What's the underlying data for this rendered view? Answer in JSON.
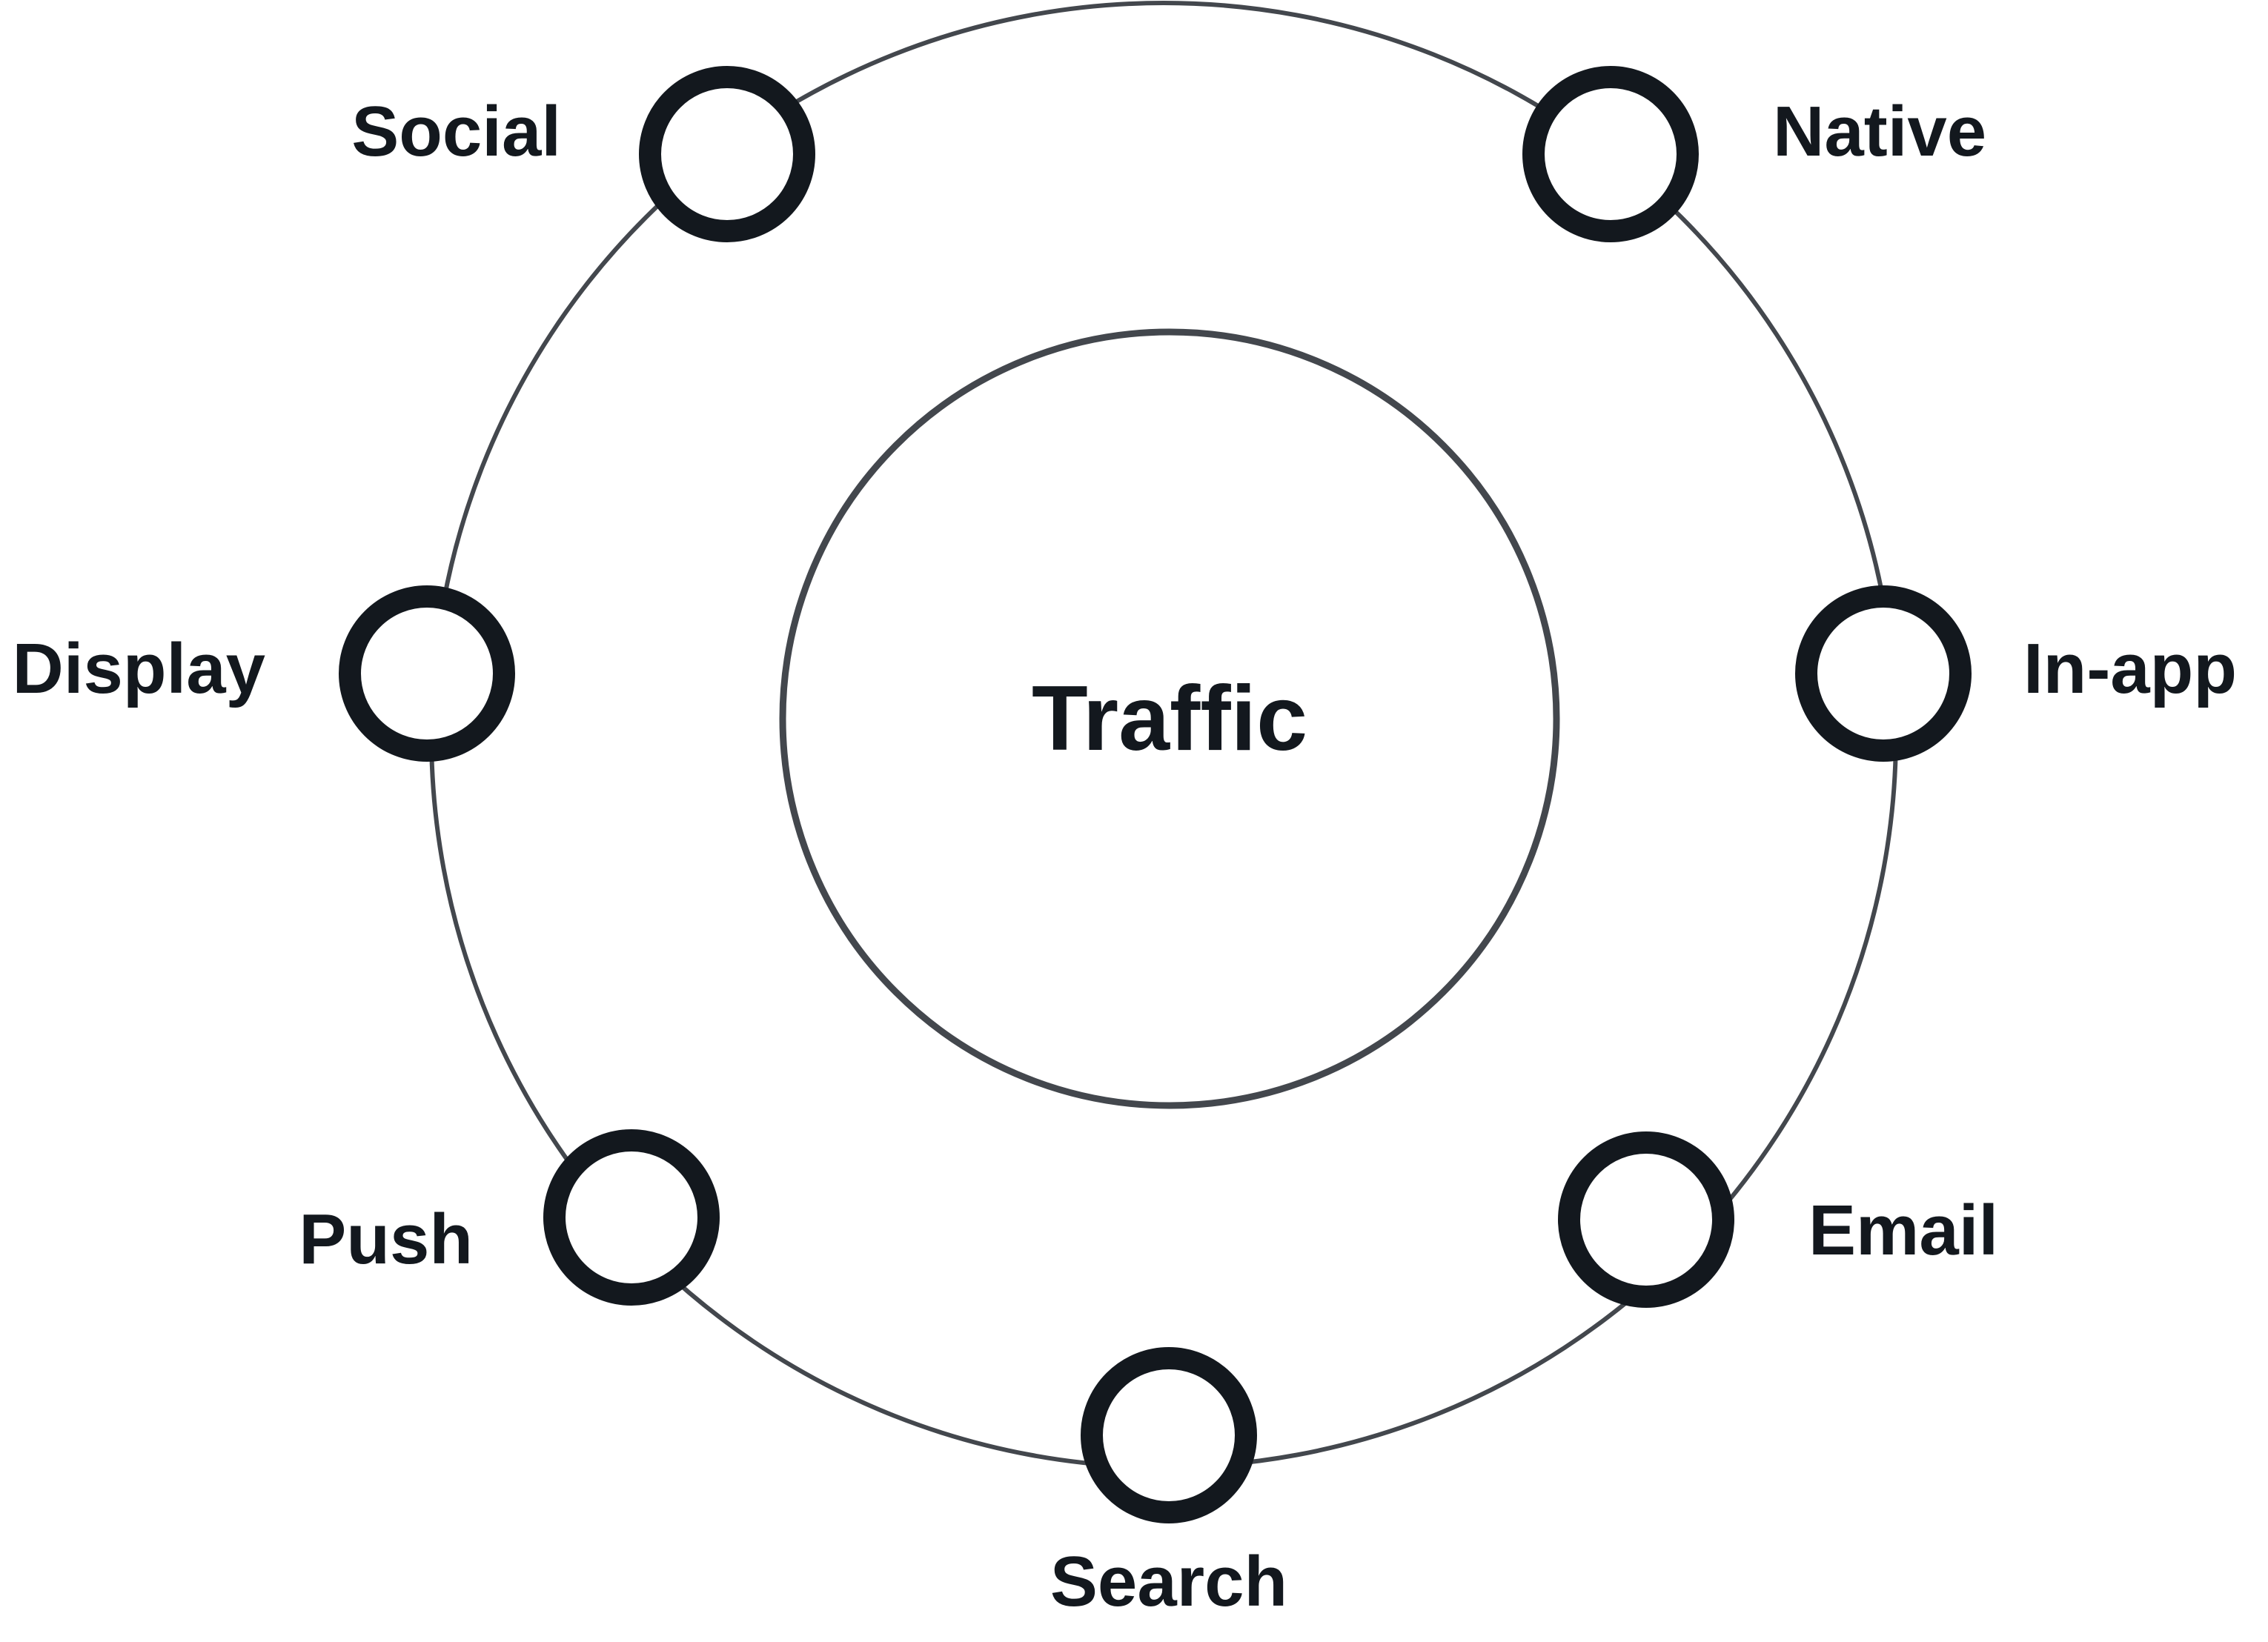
{
  "diagram": {
    "center": {
      "label": "Traffic"
    },
    "nodes": [
      {
        "id": "social",
        "label": "Social"
      },
      {
        "id": "native",
        "label": "Native"
      },
      {
        "id": "in-app",
        "label": "In-app"
      },
      {
        "id": "email",
        "label": "Email"
      },
      {
        "id": "search",
        "label": "Search"
      },
      {
        "id": "push",
        "label": "Push"
      },
      {
        "id": "display",
        "label": "Display"
      }
    ]
  },
  "colors": {
    "node_stroke": "#13181e",
    "ring_stroke": "#43474d",
    "text": "#13181e",
    "background": "#ffffff"
  }
}
